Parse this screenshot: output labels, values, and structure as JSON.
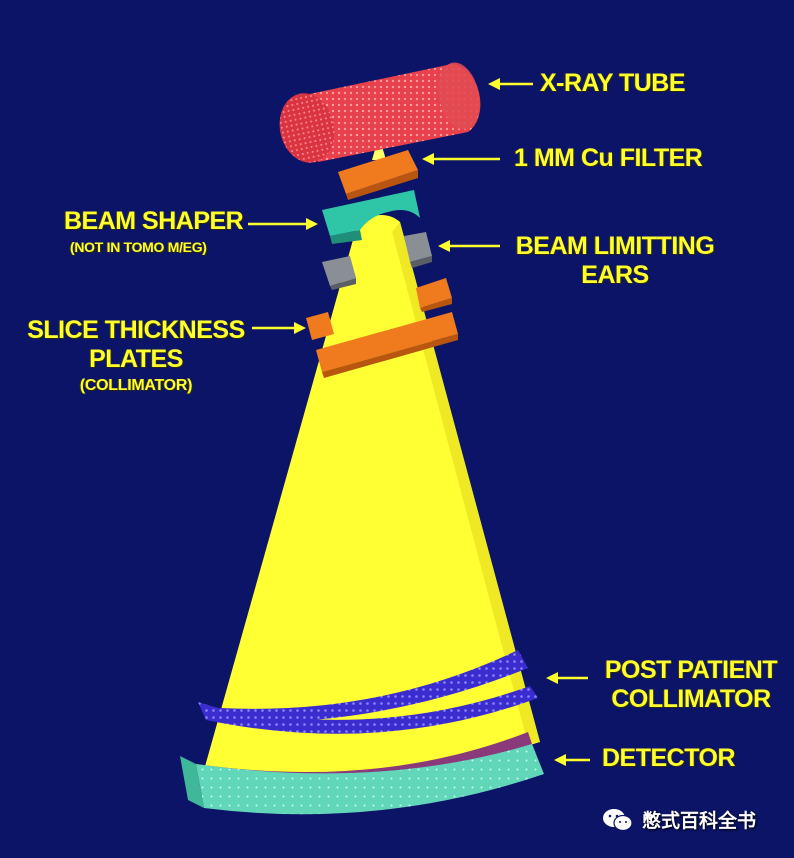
{
  "labels": {
    "xray_tube": "X-RAY TUBE",
    "cu_filter": "1 MM Cu FILTER",
    "beam_shaper": "BEAM SHAPER",
    "beam_shaper_note": "(NOT IN TOMO M/EG)",
    "beam_limiting_line1": "BEAM LIMITTING",
    "beam_limiting_line2": "EARS",
    "slice_line1": "SLICE THICKNESS",
    "slice_line2": "PLATES",
    "slice_line3": "(COLLIMATOR)",
    "post_patient_line1": "POST PATIENT",
    "post_patient_line2": "COLLIMATOR",
    "detector": "DETECTOR"
  },
  "watermark": {
    "text": "憋式百科全书",
    "icon": "wechat-icon"
  },
  "colors": {
    "background": "#0b1466",
    "label": "#ffff2e",
    "beam": "#ffff33",
    "tube": "#e8414b",
    "filter": "#f07a1e",
    "shaper": "#2fc6a8",
    "ears": "#8a8f96",
    "collimator": "#3a2fd0",
    "detector": "#5fd8b8"
  }
}
